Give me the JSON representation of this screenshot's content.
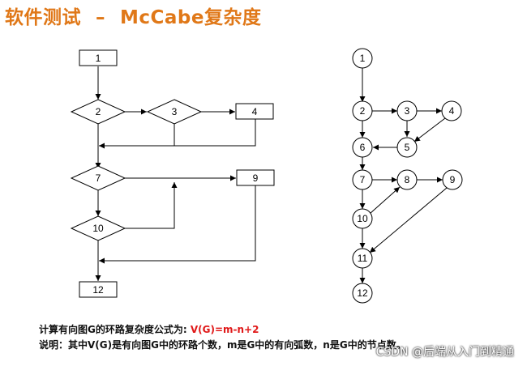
{
  "title": {
    "prefix": "软件测试",
    "dash": "–",
    "main": "McCabe复杂度"
  },
  "flowchart": {
    "nodes": [
      "1",
      "2",
      "3",
      "4",
      "7",
      "9",
      "10",
      "12"
    ]
  },
  "flowgraph": {
    "nodes": [
      "1",
      "2",
      "3",
      "4",
      "5",
      "6",
      "7",
      "8",
      "9",
      "10",
      "11",
      "12"
    ]
  },
  "footer": {
    "formula_label": "计算有向图G的环路复杂度公式为:",
    "formula": "V(G)=m-n+2",
    "note": "说明：其中V(G)是有向图G中的环路个数，m是G中的有向弧数，n是G中的节点数。"
  },
  "watermark": "CSDN @后端从入门到精通",
  "colors": {
    "title": "#e07818",
    "formula": "#e01818"
  }
}
